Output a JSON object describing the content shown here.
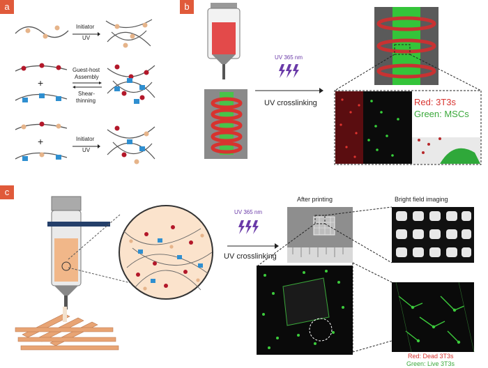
{
  "panels": {
    "a": {
      "badge": "a",
      "row1_label_top": "Initiator",
      "row1_label_bottom": "UV",
      "row2_label_1": "Guest-host",
      "row2_label_2": "Assembly",
      "row2_label_3": "Shear-",
      "row2_label_4": "thinning",
      "row3_label_top": "Initiator",
      "row3_label_bottom": "UV"
    },
    "b": {
      "badge": "b",
      "uv_wavelength": "UV 365 nm",
      "uv_process": "UV crosslinking",
      "legend_red": "Red: 3T3s",
      "legend_green": "Green: MSCs"
    },
    "c": {
      "badge": "c",
      "uv_wavelength": "UV 365 nm",
      "uv_process": "UV crosslinking",
      "after_printing": "After printing",
      "bright_field": "Bright field imaging",
      "legend_red": "Red: Dead 3T3s",
      "legend_green": "Green: Live 3T3s"
    }
  },
  "colors": {
    "badge": "#e05a3a",
    "uv_purple": "#6a3aa8",
    "red_label": "#d8332f",
    "green_label": "#3aa83a",
    "host_blue": "#2f8fd0",
    "guest_red": "#b3182a",
    "crosslinker_tan": "#e6b48a"
  }
}
